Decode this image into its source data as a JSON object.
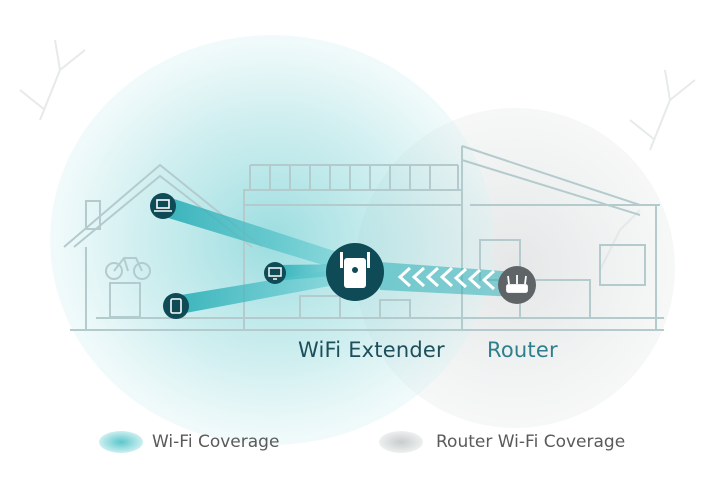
{
  "labels": {
    "extender": "WiFi Extender",
    "router": "Router"
  },
  "legend": {
    "extender_coverage": "Wi-Fi Coverage",
    "router_coverage": "Router Wi-Fi Coverage"
  },
  "colors": {
    "extender_coverage": "#7fd3d6",
    "router_coverage": "#d7dadb",
    "extender_node": "#0e4b57",
    "router_node": "#5f6567",
    "signal_beam": "#2eb0b8",
    "house_line": "#b8cfd1",
    "label_extender": "#1d4f5a",
    "label_router": "#2e7f8c"
  },
  "icons": {
    "extender": "wifi-extender-icon",
    "router": "router-icon",
    "devices": [
      "laptop-icon",
      "tv-icon",
      "tablet-icon"
    ]
  }
}
